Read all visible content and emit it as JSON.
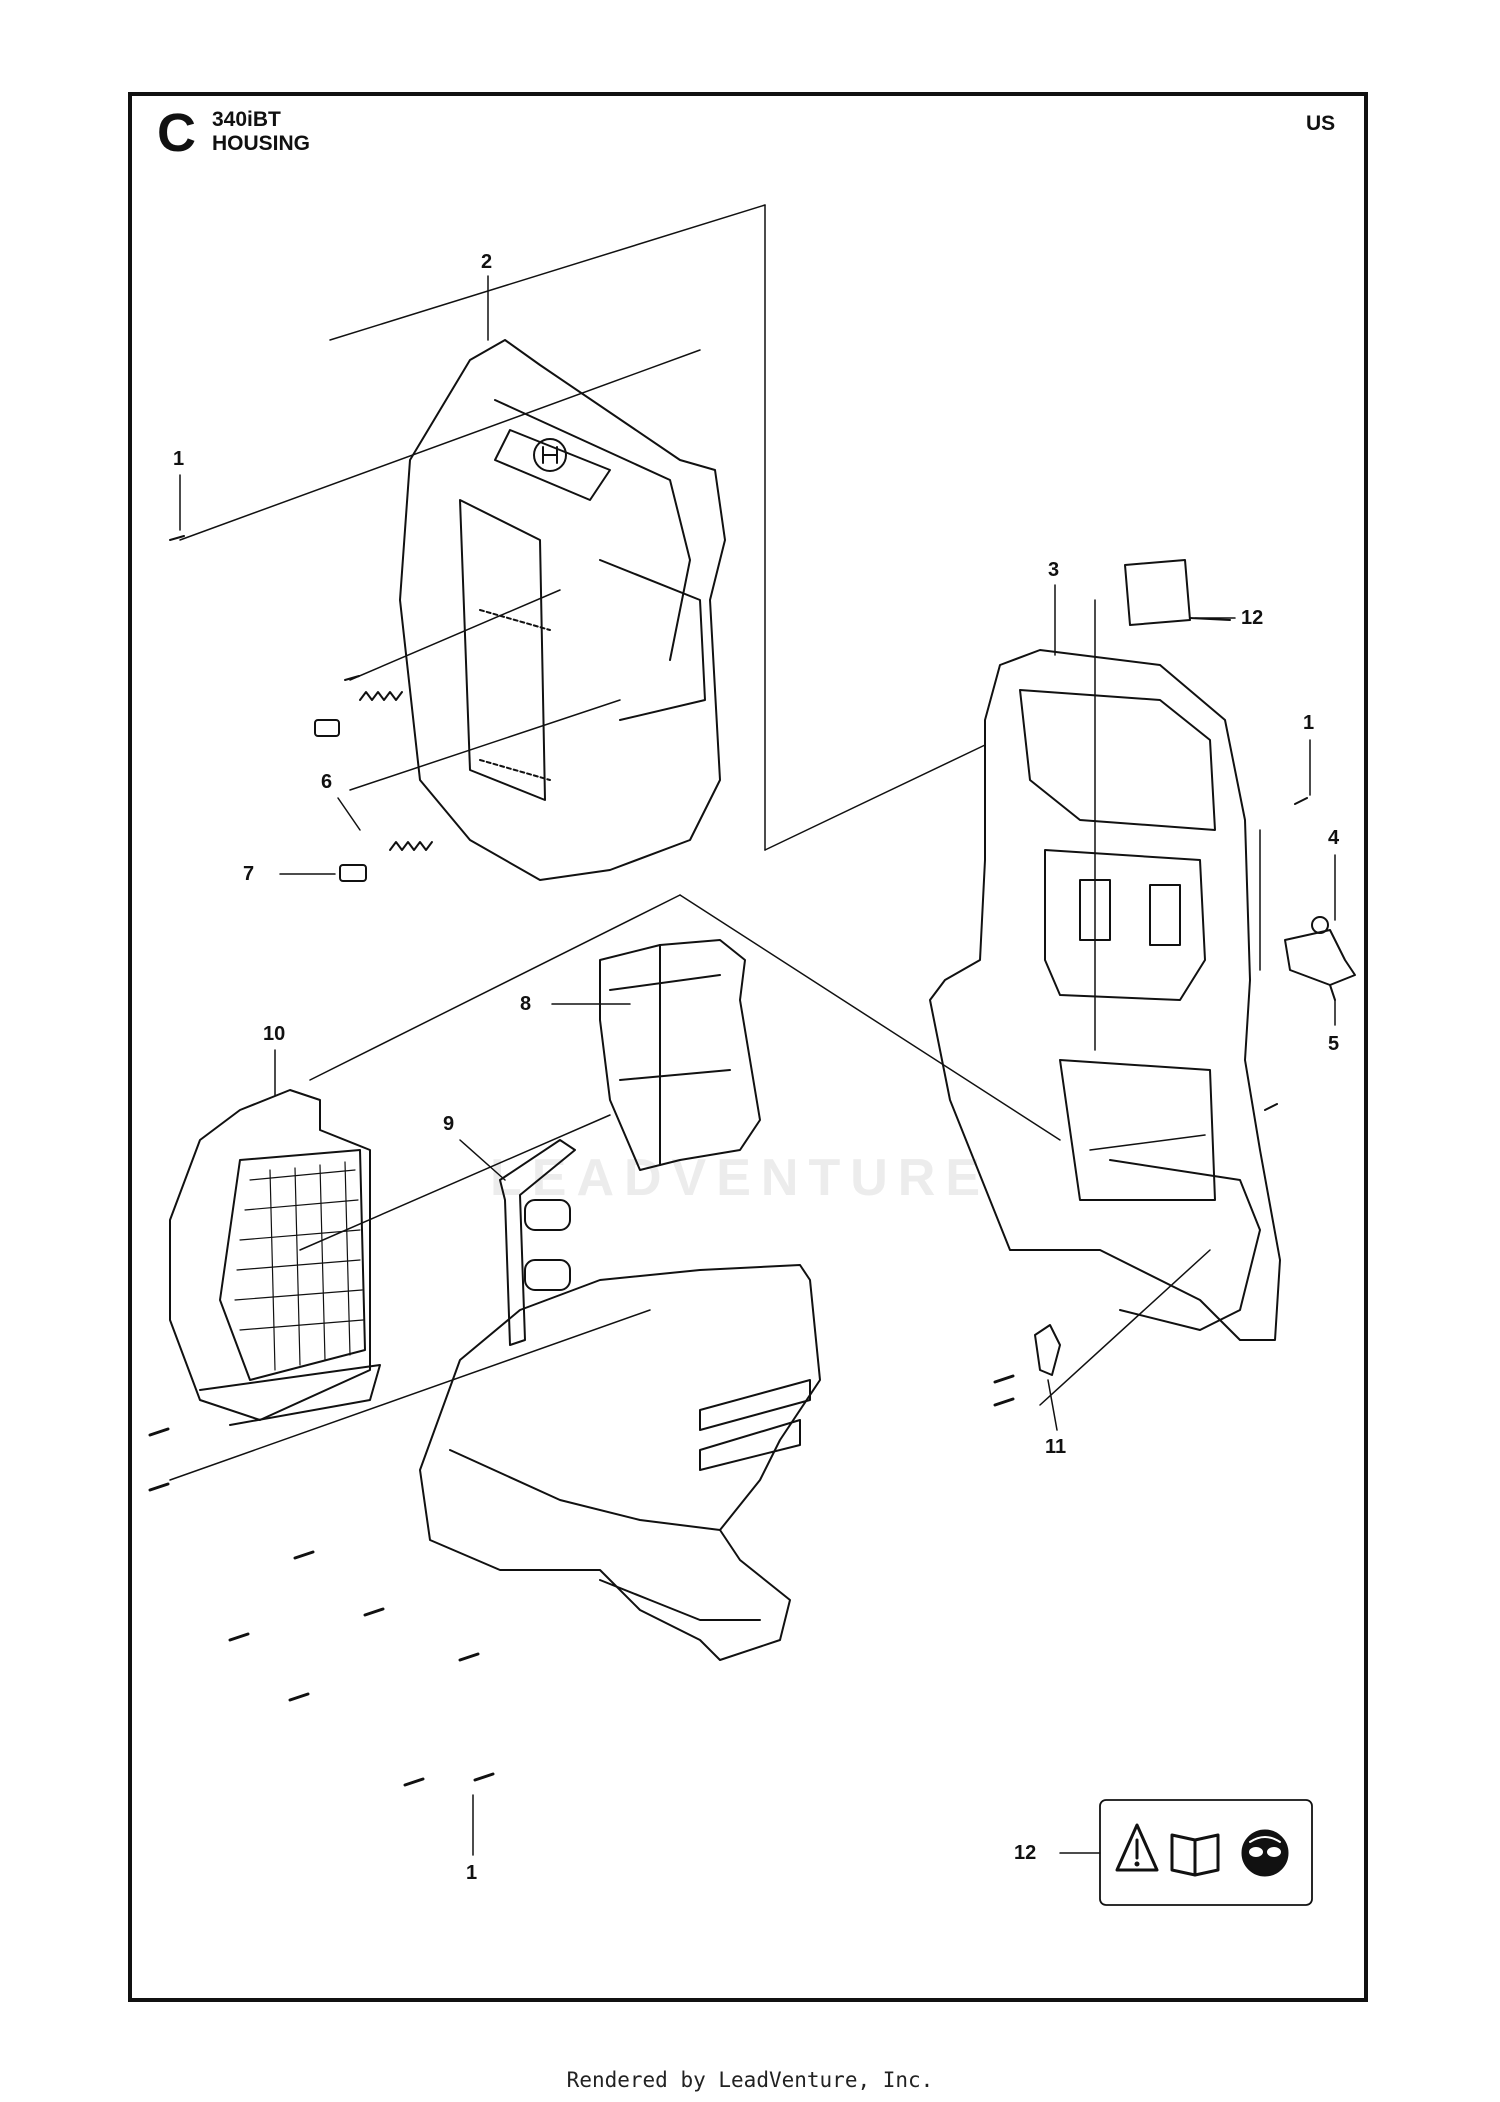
{
  "header": {
    "section_letter": "C",
    "model": "340iBT",
    "title": "HOUSING",
    "region": "US"
  },
  "callouts": {
    "c1_top_left": "1",
    "c2": "2",
    "c3": "3",
    "c12_top": "12",
    "c1_right": "1",
    "c4": "4",
    "c5": "5",
    "c6": "6",
    "c7": "7",
    "c8": "8",
    "c9": "9",
    "c10": "10",
    "c11": "11",
    "c1_bottom": "1",
    "c12_bottom": "12"
  },
  "watermark": "LEADVENTURE",
  "footer": {
    "text": "Rendered by LeadVenture, Inc."
  }
}
